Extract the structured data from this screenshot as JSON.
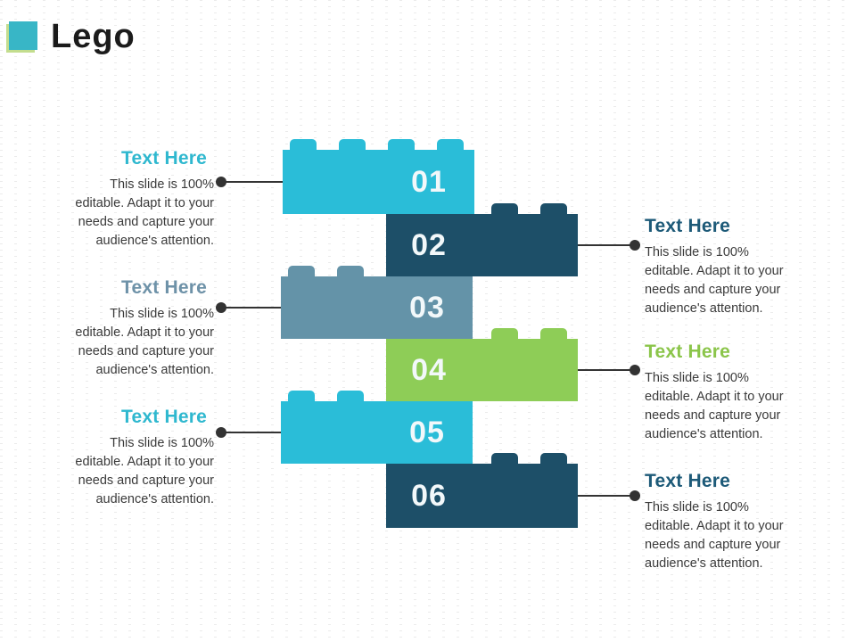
{
  "slide": {
    "title": "Lego",
    "title_color": "#1b1b1b",
    "accent_square_color": "#38b6c6",
    "accent_square_shadow_color": "#c3dd8e"
  },
  "bricks": [
    {
      "number": "01",
      "color": "#2abdd8"
    },
    {
      "number": "02",
      "color": "#1d4f68"
    },
    {
      "number": "03",
      "color": "#6493a8"
    },
    {
      "number": "04",
      "color": "#8ecd57"
    },
    {
      "number": "05",
      "color": "#2abdd8"
    },
    {
      "number": "06",
      "color": "#1d4f68"
    }
  ],
  "callouts": {
    "left": [
      {
        "heading": "Text Here",
        "heading_color": "#2fb8cf",
        "body": "This slide is 100% editable. Adapt it to your needs and capture your audience's attention."
      },
      {
        "heading": "Text Here",
        "heading_color": "#6e92a8",
        "body": "This slide is 100% editable. Adapt it to your needs and capture your audience's attention."
      },
      {
        "heading": "Text Here",
        "heading_color": "#2fb8cf",
        "body": "This slide is 100% editable. Adapt it to your needs and capture your audience's attention."
      }
    ],
    "right": [
      {
        "heading": "Text Here",
        "heading_color": "#1d5a78",
        "body": "This slide is 100% editable. Adapt it to your needs and capture your audience's attention."
      },
      {
        "heading": "Text Here",
        "heading_color": "#8bc54a",
        "body": "This slide is 100% editable. Adapt it to your needs and capture your audience's attention."
      },
      {
        "heading": "Text Here",
        "heading_color": "#1d5a78",
        "body": "This slide is 100% editable. Adapt it to your needs and capture your audience's attention."
      }
    ]
  },
  "connector_color": "#333333"
}
